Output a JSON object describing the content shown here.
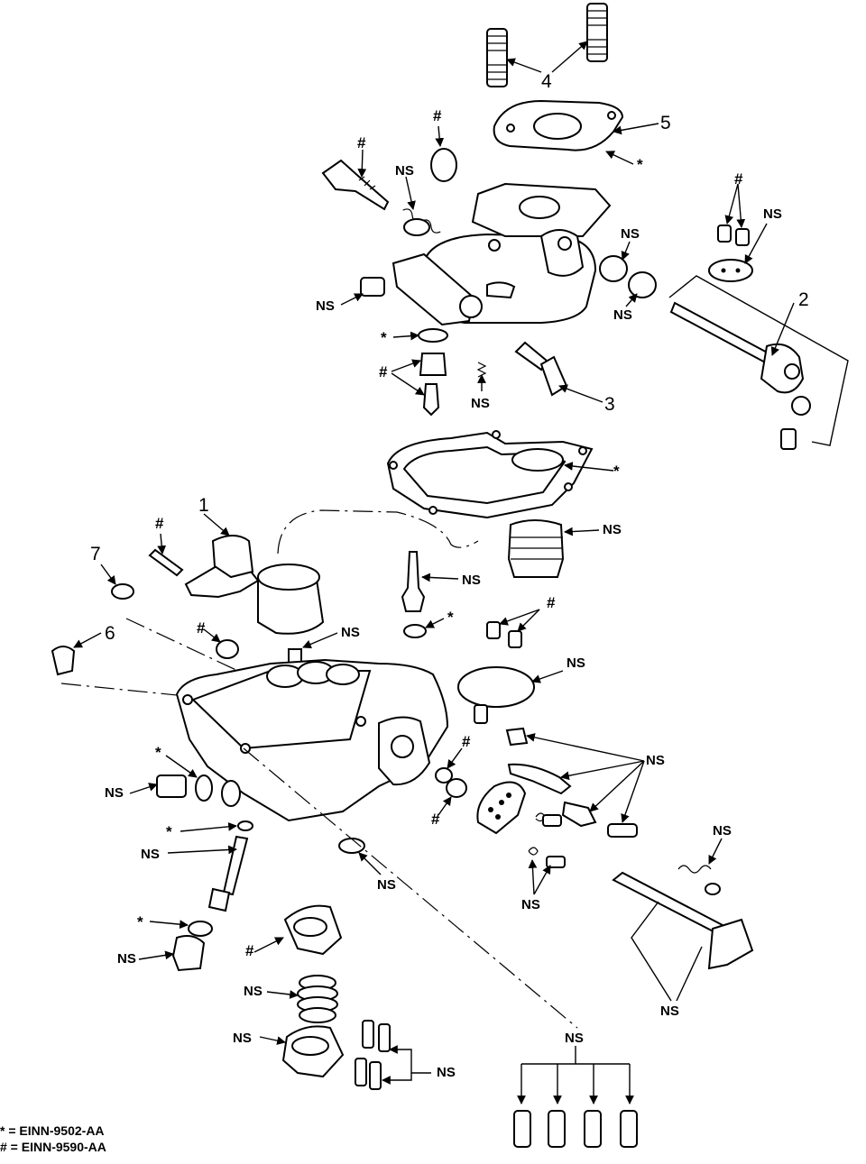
{
  "callouts": {
    "c1": "1",
    "c2": "2",
    "c3": "3",
    "c4": "4",
    "c5": "5",
    "c6": "6",
    "c7": "7"
  },
  "not_serviced": "NS",
  "marks": {
    "star": "*",
    "hash": "#"
  },
  "legend": {
    "star": "* = EINN-9502-AA",
    "hash": "# = EINN-9590-AA"
  }
}
